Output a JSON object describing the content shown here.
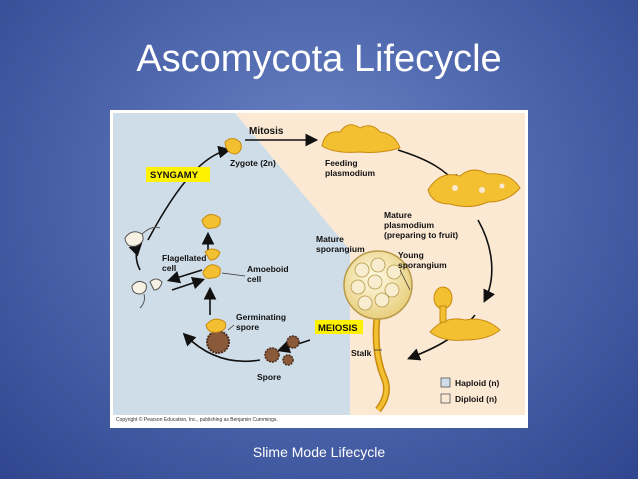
{
  "slide": {
    "title": "Ascomycota Lifecycle",
    "caption": "Slime Mode Lifecycle"
  },
  "diagram": {
    "labels": {
      "mitosis": "Mitosis",
      "syngamy": "SYNGAMY",
      "zygote": "Zygote (2n)",
      "feeding_plasmodium_1": "Feeding",
      "feeding_plasmodium_2": "plasmodium",
      "mature_plasmodium_1": "Mature",
      "mature_plasmodium_2": "plasmodium",
      "mature_plasmodium_3": "(preparing to fruit)",
      "mature_sporangium_1": "Mature",
      "mature_sporangium_2": "sporangium",
      "young_sporangium_1": "Young",
      "young_sporangium_2": "sporangium",
      "flagellated_cell_1": "Flagellated",
      "flagellated_cell_2": "cell",
      "amoeboid_cell_1": "Amoeboid",
      "amoeboid_cell_2": "cell",
      "germinating_spore_1": "Germinating",
      "germinating_spore_2": "spore",
      "meiosis": "MEIOSIS",
      "spore": "Spore",
      "stalk": "Stalk"
    },
    "legend": {
      "haploid": "Haploid (n)",
      "diploid": "Diploid (n)"
    },
    "copyright": "Copyright © Pearson Education, Inc., publishing as Benjamin Cummings.",
    "colors": {
      "haploid_bg": "#cfdde8",
      "diploid_bg": "#fbe9d4",
      "highlight": "#fff200",
      "organism": "#f2c030",
      "organism_dark": "#c98a10",
      "arrow": "#111111"
    }
  }
}
